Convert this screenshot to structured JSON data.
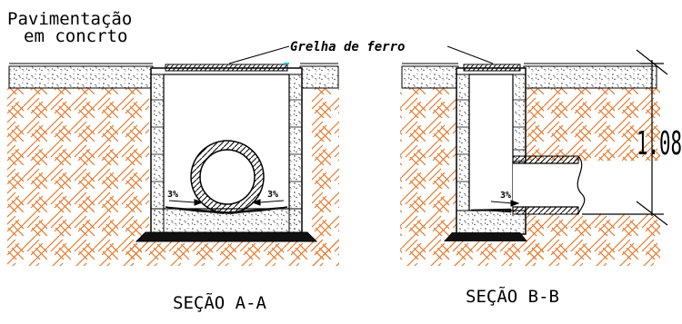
{
  "labels": {
    "paving_line1": "Pavimentação",
    "paving_line2": "em concrto",
    "grate": "Grelha de ferro",
    "slope_a_left": "3%",
    "slope_a_right": "3%",
    "slope_b": "3%",
    "dimension": "1.08",
    "section_a": "SEÇÃO A-A",
    "section_b": "SEÇÃO B-B"
  },
  "colors": {
    "soil_hatch": "#e8782a",
    "lines": "#000000",
    "concrete_dots": "#333333",
    "grate_accent": "#19c3d6"
  }
}
